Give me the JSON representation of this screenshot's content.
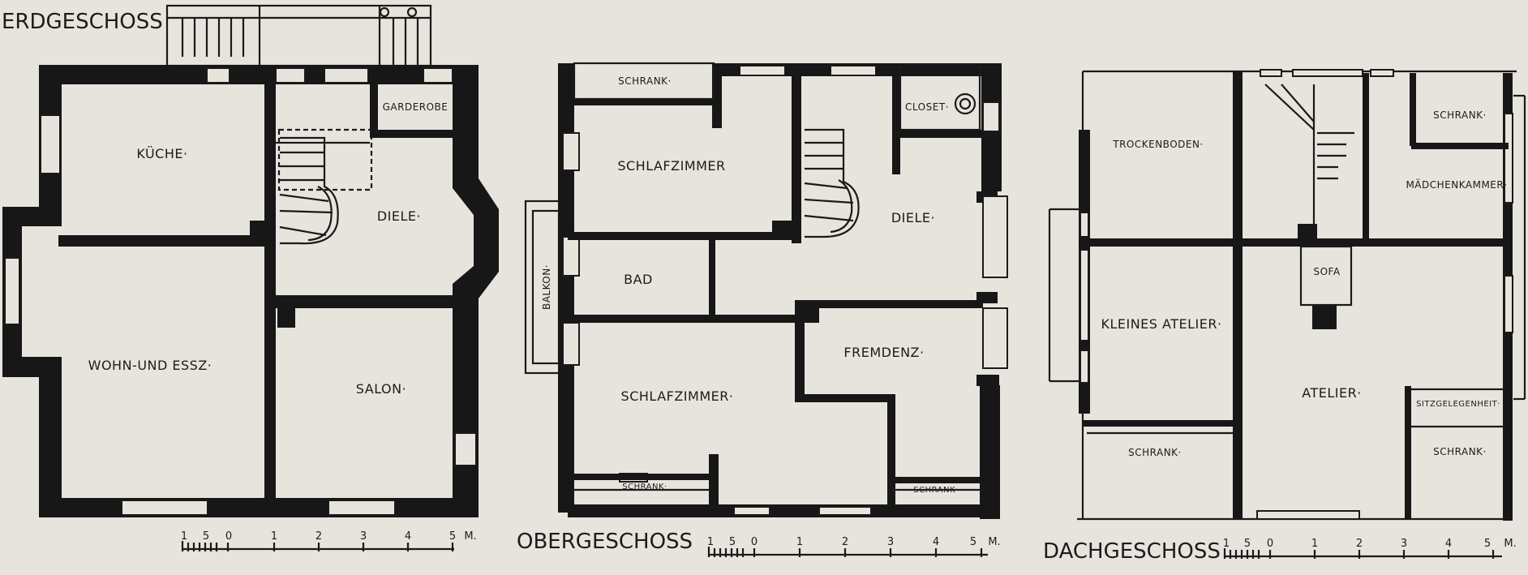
{
  "floors": [
    {
      "title": "ERDGESCHOSS",
      "rooms": [
        "KÜCHE·",
        "DIELE·",
        "GARDEROBE",
        "WOHN-UND ESSZ·",
        "SALON·"
      ]
    },
    {
      "title": "OBERGESCHOSS",
      "rooms": [
        "SCHRANK·",
        "CLOSET·",
        "SCHLAFZIMMER",
        "DIELE·",
        "BAD",
        "BALKON·",
        "FREMDENZ·",
        "SCHLAFZIMMER·",
        "SCHRANK·",
        "SCHRANK·"
      ]
    },
    {
      "title": "DACHGESCHOSS",
      "rooms": [
        "TROCKENBODEN·",
        "SCHRANK·",
        "MÄDCHENKAMMER·",
        "SOFA",
        "KLEINES ATELIER·",
        "ATELIER·",
        "SITZGELEGENHEIT·",
        "SCHRANK·",
        "SCHRANK·"
      ]
    }
  ],
  "scale": {
    "ticks": [
      "1",
      "5",
      "0",
      "1",
      "2",
      "3",
      "4",
      "5"
    ],
    "unit": "M."
  }
}
